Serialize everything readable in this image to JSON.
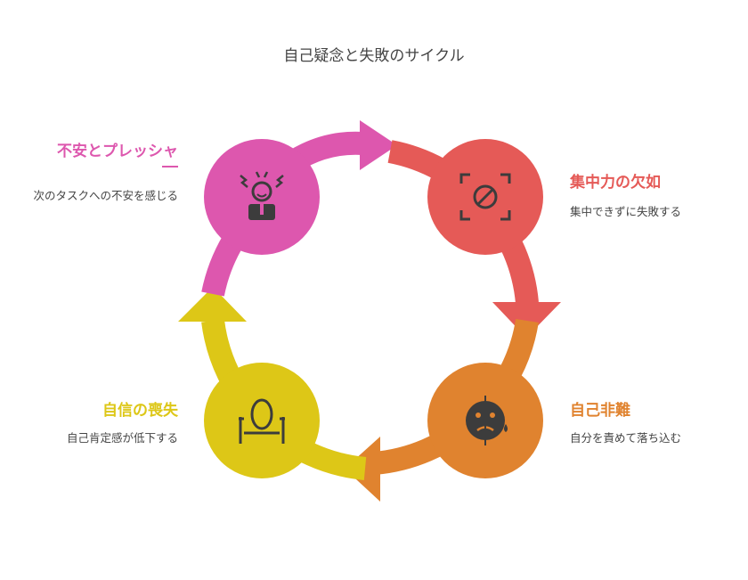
{
  "title": "自己疑念と失敗のサイクル",
  "colors": {
    "pink": "#dd57ae",
    "red": "#e55a57",
    "orange": "#e0832f",
    "yellow": "#ddc717",
    "icon": "#3c3c3c",
    "text": "#444444"
  },
  "stages": [
    {
      "label": "不安とプレッシャ",
      "description": "次のタスクへの不安を感じる",
      "color": "#dd57ae",
      "icon": "stressed-person-icon"
    },
    {
      "label": "集中力の欠如",
      "description": "集中できずに失敗する",
      "color": "#e55a57",
      "icon": "focus-prohibited-icon"
    },
    {
      "label": "自己非難",
      "description": "自分を責めて落ち込む",
      "color": "#e0832f",
      "icon": "sad-face-icon"
    },
    {
      "label": "自信の喪失",
      "description": "自己肯定感が低下する",
      "color": "#ddc717",
      "icon": "mirror-icon"
    }
  ]
}
